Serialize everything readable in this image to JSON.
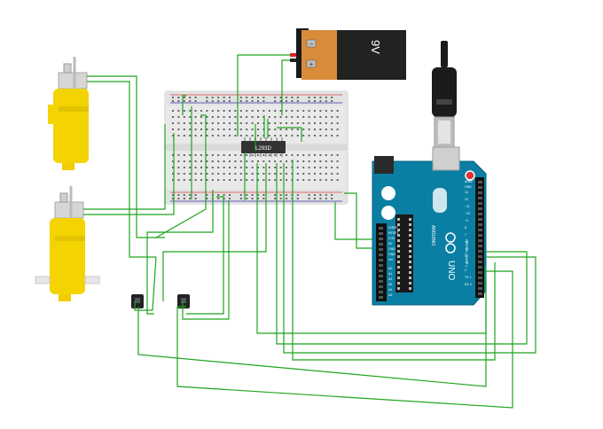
{
  "battery": {
    "label": "9V"
  },
  "driver_chip": {
    "label": "L293D"
  },
  "arduino": {
    "board_name": "UNO",
    "brand": "ARDUINO",
    "digital_label": "DIGITAL (PWM~)",
    "aref": "AREF",
    "gnd": "GND",
    "power_pins": [
      "IOREF",
      "RESET",
      "3.3V",
      "5V",
      "GND",
      "GND",
      "Vin"
    ],
    "analog_pins": [
      "A0",
      "A1",
      "A2",
      "A3",
      "A4",
      "A5"
    ],
    "digital_pins": [
      "13",
      "12",
      "~11",
      "~10",
      "~9",
      "8",
      "7",
      "~6",
      "~5",
      "4",
      "~3",
      "2",
      "TX 1",
      "RX 0"
    ]
  },
  "colors": {
    "wire": "#1fa51f",
    "motor_body": "#f4d400",
    "board": "#0a7fa3",
    "battery_body": "#d88c3a",
    "chip": "#333333",
    "breadboard": "#e9e9e9"
  },
  "icons": [
    "motor-1",
    "motor-2",
    "sensor-1",
    "sensor-2",
    "usb-cable",
    "battery-9v",
    "breadboard",
    "l293d-chip",
    "arduino-uno"
  ]
}
